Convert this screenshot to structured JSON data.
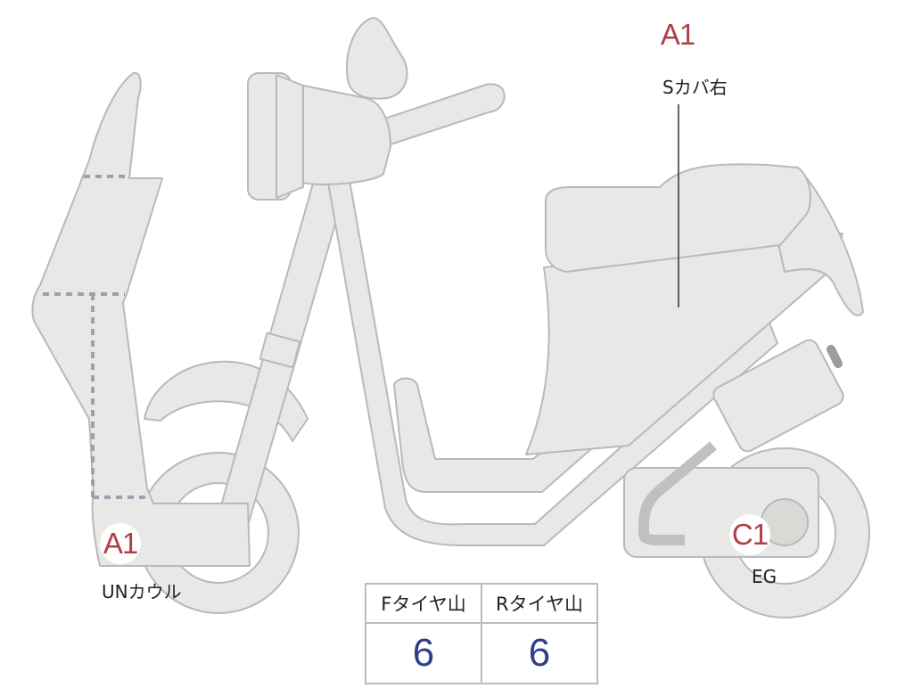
{
  "annotations": [
    {
      "id": "seat-cover-right",
      "grade": "A1",
      "part": "Sカバ右"
    },
    {
      "id": "front-under-cowl",
      "grade": "A1",
      "part": "UNカウル"
    },
    {
      "id": "engine",
      "grade": "C1",
      "part": "EG"
    }
  ],
  "tire_table": {
    "headers": [
      "Fタイヤ山",
      "Rタイヤ山"
    ],
    "values": [
      "6",
      "6"
    ]
  },
  "colors": {
    "body_fill": "#e8e8e6",
    "outline": "#b6b9c1",
    "dashed_line": "#9ba2ae",
    "grade_text": "#b04048",
    "value_text": "#2f3f8c",
    "muffler_pipe": "#bfc0c0",
    "leader_line": "#333333"
  }
}
